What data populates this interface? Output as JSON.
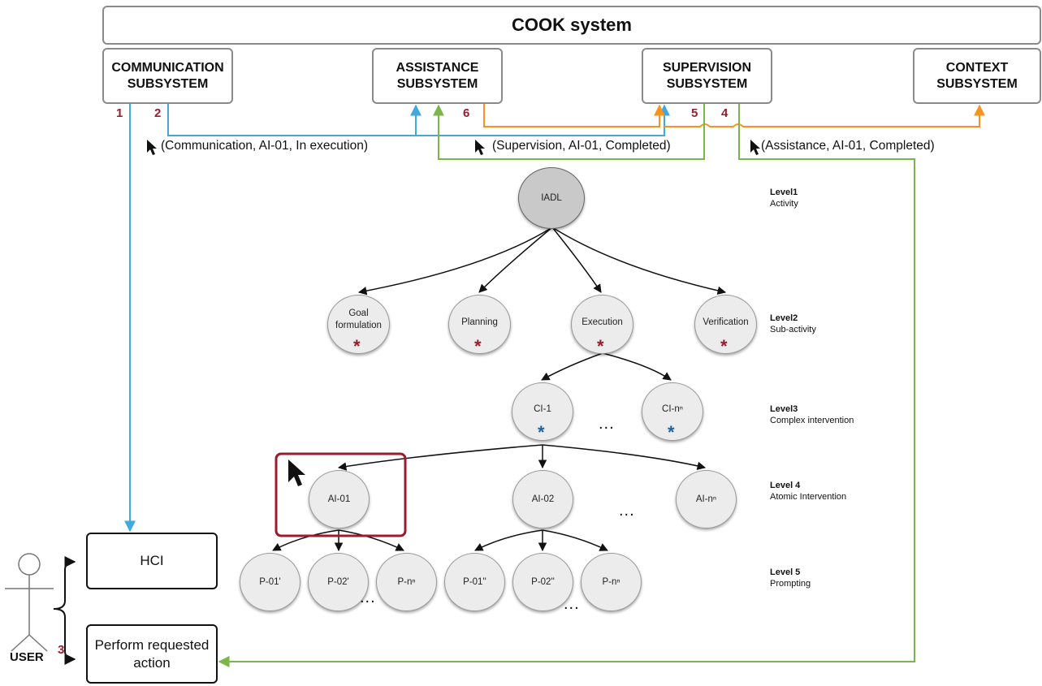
{
  "title": "COOK system",
  "subsystems": {
    "communication": "COMMUNICATION\nSUBSYSTEM",
    "assistance": "ASSISTANCE\nSUBSYSTEM",
    "supervision": "SUPERVISION\nSUBSYSTEM",
    "context": "CONTEXT\nSUBSYSTEM"
  },
  "steps": [
    "1",
    "2",
    "3",
    "4",
    "5",
    "6"
  ],
  "messages": {
    "communication": "(Communication, AI-01, In execution)",
    "supervision": "(Supervision, AI-01, Completed)",
    "assistance": "(Assistance, AI-01, Completed)"
  },
  "actor": "USER",
  "outputs": {
    "hci": "HCI",
    "action": "Perform requested\naction"
  },
  "tree": {
    "root": "IADL",
    "subactivities": [
      "Goal\nformulation",
      "Planning",
      "Execution",
      "Verification"
    ],
    "complex": [
      "CI-1",
      "CI-nⁿ"
    ],
    "atomic": [
      "AI-01",
      "AI-02",
      "AI-nⁿ"
    ],
    "prompts": [
      "P-01'",
      "P-02'",
      "P-nⁿ",
      "P-01''",
      "P-02''",
      "P-nⁿ"
    ],
    "star": "*",
    "ellipsis": "..."
  },
  "levels": [
    {
      "title": "Level1",
      "desc": "Activity"
    },
    {
      "title": "Level2",
      "desc": "Sub-activity"
    },
    {
      "title": "Level3",
      "desc": "Complex intervention"
    },
    {
      "title": "Level 4",
      "desc": "Atomic Intervention"
    },
    {
      "title": "Level 5",
      "desc": "Prompting"
    }
  ],
  "colors": {
    "blue": "#3fa9e0",
    "orange": "#f7941d",
    "green": "#7ab648",
    "highlight": "#9b1c2c",
    "star_red": "#9b1c2c",
    "star_blue": "#1f5fa0"
  }
}
